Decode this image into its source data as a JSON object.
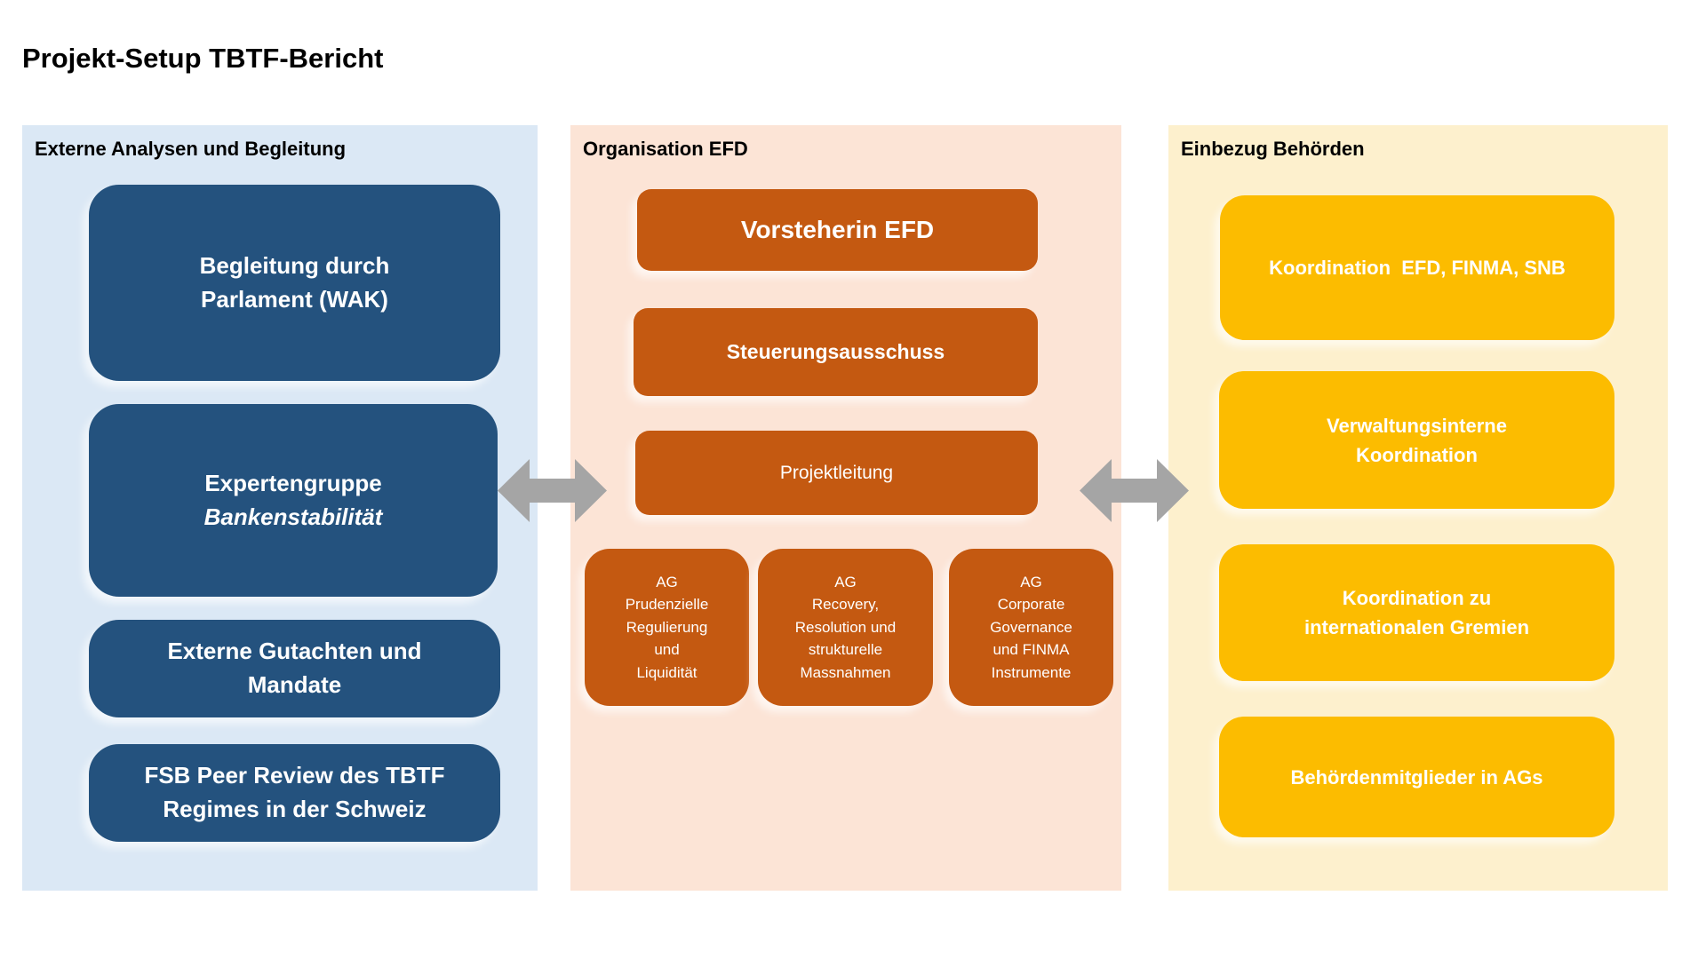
{
  "title": "Projekt-Setup TBTF-Bericht",
  "colors": {
    "left_panel": "#DBE8F5",
    "left_box": "#24527E",
    "middle_panel": "#FCE4D6",
    "middle_box": "#C45911",
    "right_panel": "#FDF0CD",
    "right_box": "#FCBC00",
    "arrow": "#A5A5A5"
  },
  "left": {
    "heading": "Externe Analysen und Begleitung",
    "box1": "Begleitung durch\nParlament (WAK)",
    "box2_line1": "Expertengruppe",
    "box2_line2": "Bankenstabilität",
    "box3": "Externe Gutachten und\nMandate",
    "box4": "FSB Peer Review des TBTF\nRegimes in der Schweiz"
  },
  "middle": {
    "heading": "Organisation EFD",
    "box1": "Vorsteherin EFD",
    "box2": "Steuerungsausschuss",
    "box3": "Projektleitung",
    "ag1": "AG\nPrudenzielle\nRegulierung\nund\nLiquidität",
    "ag2": "AG\nRecovery,\nResolution und\nstrukturelle\nMassnahmen",
    "ag3": "AG\nCorporate\nGovernance\nund FINMA\nInstrumente"
  },
  "right": {
    "heading": "Einbezug Behörden",
    "box1": "Koordination  EFD, FINMA, SNB",
    "box2": "Verwaltungsinterne\nKoordination",
    "box3": "Koordination zu\ninternationalen Gremien",
    "box4": "Behördenmitglieder in AGs"
  }
}
